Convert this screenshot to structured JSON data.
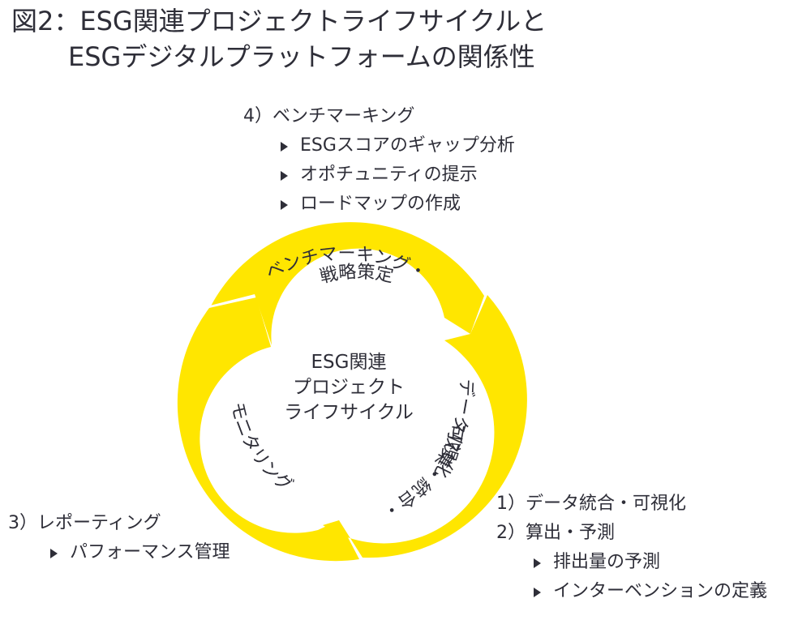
{
  "title": {
    "line1": "図2：ESG関連プロジェクトライフサイクルと",
    "line2": "ESGデジタルプラットフォームの関係性"
  },
  "center": {
    "line1": "ESG関連",
    "line2": "プロジェクト",
    "line3": "ライフサイクル"
  },
  "ring_segments": {
    "benchmark_line1": "ベンチマーキング・",
    "benchmark_line2": "戦略策定",
    "data_line1": "データ収集・統合・",
    "data_line2": "可視化",
    "monitoring": "モニタリング"
  },
  "notes": {
    "benchmarking": {
      "heading": "4）ベンチマーキング",
      "bullets": [
        "ESGスコアのギャップ分析",
        "オポチュニティの提示",
        "ロードマップの作成"
      ]
    },
    "reporting": {
      "heading": "3）レポーティング",
      "bullets": [
        "パフォーマンス管理"
      ]
    },
    "data": {
      "heading1": "1）データ統合・可視化",
      "heading2": "2）算出・予測",
      "bullets": [
        "排出量の予測",
        "インターベンションの定義"
      ]
    }
  },
  "colors": {
    "ring": "#ffe600",
    "text": "#2e2e38",
    "separator": "#ffffff"
  }
}
